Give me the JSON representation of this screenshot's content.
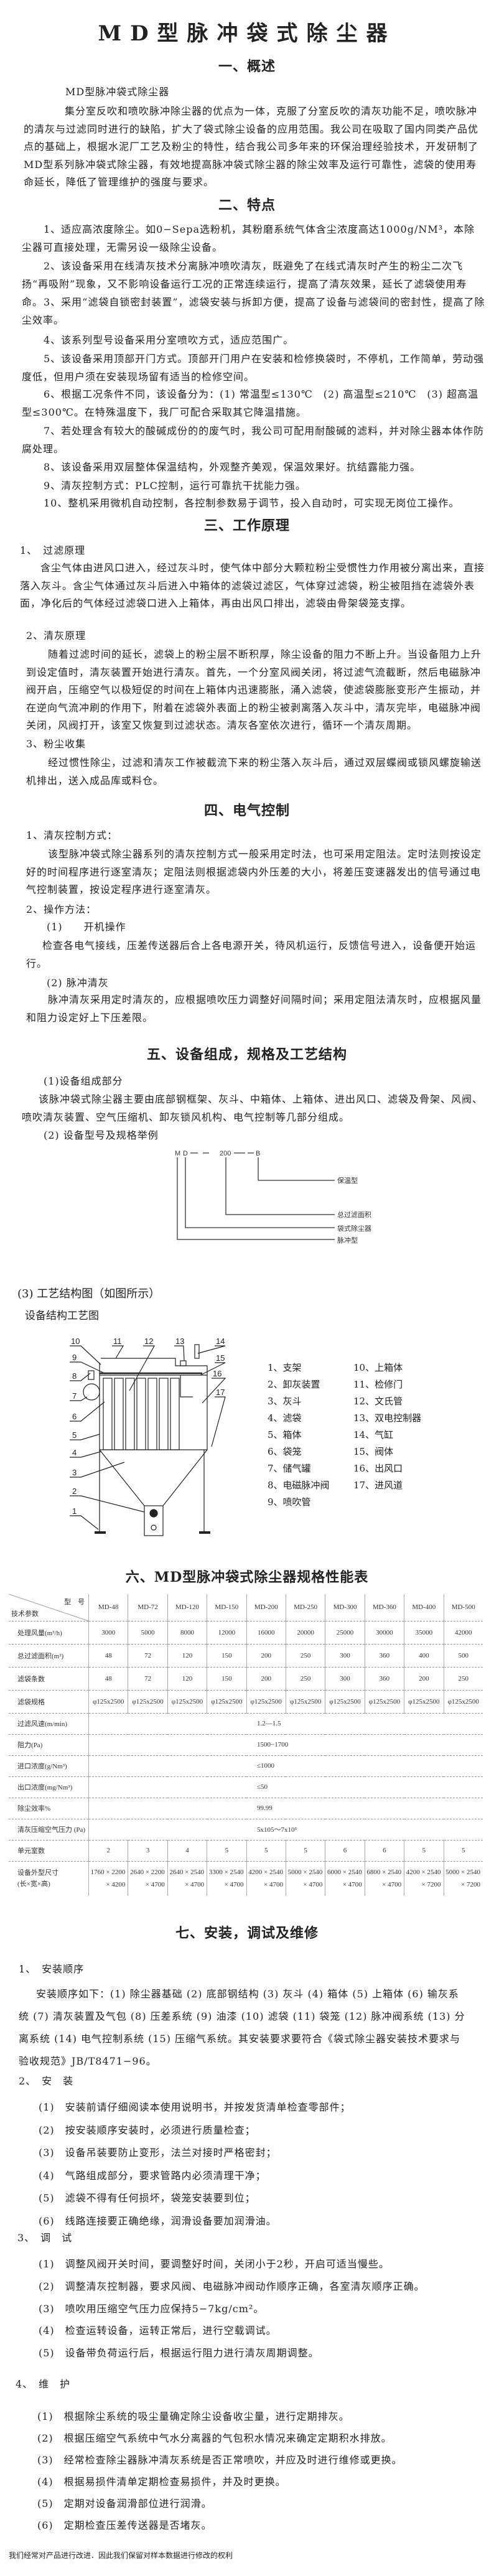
{
  "title": "MD型脉冲袋式除尘器",
  "s1": {
    "heading": "一、概述",
    "subtitle": "MD型脉冲袋式除尘器",
    "para": "集分室反吹和喷吹脉冲除尘器的优点为一体，克服了分室反吹的清灰功能不足，喷吹脉冲的清灰与过滤同时进行的缺陷，扩大了袋式除尘设备的应用范围。我公司在吸取了国内同类产品优点的基础上，根据水泥厂工艺及粉尘的特性，结合我公司多年来的环保治理经验技术，开发研制了MD型系列脉冲袋式除尘器，有效地提高脉冲袋式除尘器的除尘效率及运行可靠性，滤袋的使用寿命延长，降低了管理维护的强度与要求。"
  },
  "s2": {
    "heading": "二、特点",
    "items": [
      "1、适应高浓度除尘。如0−Sepa选粉机，其粉磨系统气体含尘浓度高达1000g/NM³，本除尘器可直接处理，无需另设一级除尘设备。",
      "2、该设备采用在线清灰技术分离脉冲喷吹清灰，既避免了在线式清灰时产生的粉尘二次飞扬“再吸附”现象，又不影响设备运行工况的正常连续运行，提高了清灰效果，延长了滤袋使用寿命。",
      "3、采用“滤袋自锁密封装置”，滤袋安装与拆卸方便，提高了设备与滤袋间的密封性，提高了除尘效率。",
      "4、该系列型号设备采用分室喷吹方式，适应范围广。",
      "5、该设备采用顶部开门方式。顶部开门用户在安装和检修换袋时，不停机，工作简单，劳动强度低，但用户须在安装现场留有适当的检修空间。",
      "6、根据工况条件不同，该设备分为：(1) 常温型≤130℃　(2) 高温型≤210℃　(3) 超高温型≤300℃。在特殊温度下，我厂可配合采取其它降温措施。",
      "7、若处理含有较大的酸碱成份的的废气时，我公司可配用耐酸碱的滤料，并对除尘器本体作防腐处理。",
      "8、该设备采用双层整体保温结构，外观整齐美观，保温效果好。抗结露能力强。",
      "9、清灰控制方式：PLC控制，运行可靠抗干扰能力强。",
      "10、整机采用微机自动控制，各控制参数易于调节，投入自动时，可实现无岗位工操作。"
    ]
  },
  "s3": {
    "heading": "三、工作原理",
    "sub1": "1、　过滤原理",
    "p1": "含尘气体由进风口进入，经过灰斗时，使气体中部分大颗粒粉尘受惯性力作用被分离出来，直接落入灰斗。含尘气体通过灰斗后进入中箱体的滤袋过滤区，气体穿过滤袋，粉尘被阻挡在滤袋外表面，净化后的气体经过滤袋口进入上箱体，再由出风口排出，滤袋由骨架袋笼支撑。",
    "sub2": "2、清灰原理",
    "p2": "随着过滤时间的延长，滤袋上的粉尘层不断积厚，除尘设备的阻力不断上升。当设备阻力上升到设定值时，清灰装置开始进行清灰。首先，一个分室风阀关闭，将过滤气流截断，然后电磁脉冲阀开启，压缩空气以极短促的时间在上箱体内迅速膨胀，涌入滤袋，使滤袋膨胀变形产生振动，并在逆向气流冲刷的作用下，附着在滤袋外表面上的粉尘被剥离落入灰斗中，清灰完毕，电磁脉冲阀关闭，风阀打开，该室又恢复到过滤状态。清灰各室依次进行，循环一个清灰周期。",
    "sub3": "3、粉尘收集",
    "p3": "经过惯性除尘，过滤和清灰工作被截流下来的粉尘落入灰斗后，通过双层蝶阀或锁风螺旋输送机排出，送入成品库或料仓。"
  },
  "s4": {
    "heading": "四、电气控制",
    "sub1": "1、清灰控制方式：",
    "p1": "该型脉冲袋式除尘器系列的清灰控制方式一般采用定时法，也可采用定阻法。定时法则按设定好的时间程序进行逐室清灰；定阻法则根据滤袋内外压差的大小，将差压变速器发出的信号通过电气控制装置，按设定程序进行逐室清灰。",
    "sub2": "2、操作方法：",
    "op1": "(1)　　开机操作",
    "op1p": "检查各电气接线，压差传送器后合上各电源开关，待风机运行，反馈信号进入，设备便开始运行。",
    "op2": "(2) 脉冲清灰",
    "op2p": "脉冲清灰采用定时清灰的，应根据喷吹压力调整好间隔时间；采用定阻法清灰时，应根据风量和阻力设定好上下压差限。"
  },
  "s5": {
    "heading": "五、设备组成，规格及工艺结构",
    "sub1": "(1)设备组成部分",
    "p1": "该脉冲袋式除尘器主要由底部钢框架、灰斗、中箱体、上箱体、进出风口、滤袋及骨架、风阀、喷吹清灰装置、空气压缩机、卸灰锁风机构、电气控制等几部分组成。",
    "sub2": "(2) 设备型号及规格举例",
    "code": {
      "m": "M",
      "d": "D",
      "num": "200",
      "b": "B",
      "label_b": "保温型",
      "label_num": "总过滤面积",
      "label_d": "袋式除尘器",
      "label_m": "脉冲型"
    },
    "sub3": "(3) 工艺结构图（如图所示）",
    "fig_title": "设备结构工艺图",
    "callouts": [
      "1",
      "2",
      "3",
      "4",
      "5",
      "6",
      "7",
      "8",
      "9",
      "10",
      "11",
      "12",
      "13",
      "14",
      "15",
      "16",
      "17"
    ],
    "legend": [
      "1、支架",
      "2、卸灰装置",
      "3、灰斗",
      "4、滤袋",
      "5、箱体",
      "6、袋笼",
      "7、储气罐",
      "8、电磁脉冲阀",
      "9、喷吹管",
      "10、上箱体",
      "11、检修门",
      "12、文氏管",
      "13、双电控制器",
      "14、气缸",
      "15、阀体",
      "16、出风口",
      "17、进风道"
    ]
  },
  "s6": {
    "heading": "六、MD型脉冲袋式除尘器规格性能表",
    "corner_model": "型　号",
    "corner_param": "技术参数",
    "models": [
      "MD-48",
      "MD-72",
      "MD-120",
      "MD-150",
      "MD-200",
      "MD-250",
      "MD-300",
      "MD-360",
      "MD-400",
      "MD-500"
    ],
    "rows": [
      {
        "label": "处理风量(m³/h)",
        "values": [
          "3000",
          "5000",
          "8000",
          "12000",
          "16000",
          "20000",
          "25000",
          "30000",
          "35000",
          "42000"
        ]
      },
      {
        "label": "总过滤面积(m²)",
        "values": [
          "48",
          "72",
          "120",
          "150",
          "200",
          "250",
          "300",
          "360",
          "400",
          "500"
        ]
      },
      {
        "label": "滤袋条数",
        "values": [
          "48",
          "72",
          "120",
          "150",
          "200",
          "250",
          "300",
          "360",
          "200",
          "250"
        ]
      },
      {
        "label": "滤袋规格",
        "values": [
          "φ125x2500",
          "φ125x2500",
          "φ125x2500",
          "φ125x2500",
          "φ125x2500",
          "φ125x2500",
          "φ125x2500",
          "φ125x2500",
          "φ125x2500",
          "φ125x2500"
        ]
      },
      {
        "label": "过滤风速(m/min)",
        "span": "1.2—1.5"
      },
      {
        "label": "阻力(Pa)",
        "span": "1500−1700"
      },
      {
        "label": "进口浓度(g/Nm³)",
        "span": "≤1000"
      },
      {
        "label": "出口浓度(mg/Nm³)",
        "span": "≤50"
      },
      {
        "label": "除尘效率%",
        "span": "99.99"
      },
      {
        "label": "清灰压缩空气压力 (Pa)",
        "span": "5x105～7x10⁵"
      },
      {
        "label": "单元室数",
        "values": [
          "2",
          "3",
          "4",
          "5",
          "5",
          "5",
          "6",
          "6",
          "5",
          "5"
        ]
      }
    ],
    "dims_label1": "设备外型尺寸",
    "dims_label2": "(长×宽×高)",
    "dims": [
      [
        "1760 × 2200",
        "× 4200"
      ],
      [
        "2640 × 2200",
        "× 4700"
      ],
      [
        "2640 × 2540",
        "× 4700"
      ],
      [
        "3300 × 2540",
        "× 4700"
      ],
      [
        "4200 × 2540",
        "× 4700"
      ],
      [
        "5000 × 2540",
        "× 4700"
      ],
      [
        "6000 × 2540",
        "× 4700"
      ],
      [
        "6800 × 2540",
        "× 4700"
      ],
      [
        "4200 × 2540",
        "× 7200"
      ],
      [
        "5000 × 2540",
        "× 7200"
      ]
    ]
  },
  "s7": {
    "heading": "七、安装，调试及维修",
    "t1": "1、　安装顺序",
    "p1": "安装顺序如下：(1) 除尘器基础 (2) 底部钢结构 (3) 灰斗 (4) 箱体 (5) 上箱体 (6) 输灰系统 (7) 清灰装置及气包 (8) 压差系统 (9) 油漆 (10) 滤袋 (11) 袋笼 (12) 脉冲阀系统 (13) 分离系统 (14) 电气控制系统 (15) 压缩气系统。其安装要求要符合《袋式除尘器安装技术要求与验收规范》JB/T8471−96。",
    "t2": "2、　安　装",
    "install": [
      "(1)　安装前请仔细阅读本使用说明书，并按发货清单检查零部件；",
      "(2)　按安装顺序安装时，必须进行质量检查；",
      "(3)　设备吊装要防止变形，法兰对接时严格密封；",
      "(4)　气路组成部分，要求管路内必须清理干净；",
      "(5)　滤袋不得有任何损坏，袋笼安装要到位；",
      "(6)　线路连接要正确绝缘，润滑设备要加润滑油。"
    ],
    "t3": "3、　调　试",
    "debug": [
      "(1)　调整风阀开关时间，要调整好时间，关闭小于2秒，开启可适当慢些。",
      "(2)　调整清灰控制器，要求风阀、电磁脉冲阀动作顺序正确，各室清灰顺序正确。",
      "(3)　喷吹用压缩空气压力应保持5−7kg/cm²。",
      "(4)　检查运转设备，运转正常后，进行空载调试。",
      "(5)　设备带负荷运行后，根据运行阻力进行清灰周期调整。"
    ],
    "t4": "4、　维　护",
    "maintain": [
      "(1)　根据除尘系统的吸尘量确定除尘设备收尘量，进行定期排灰。",
      "(2)　根据压缩空气系统中气水分离器的气包积水情况来确定定期积水排放。",
      "(3)　经常检查除尘器脉冲清灰系统是否正常喷吹，并应及时进行维修或更换。",
      "(4)　根据易损件清单定期检查易损件，并及时更换。",
      "(5)　定期对设备润滑部位进行润滑。",
      "(6)　定期检查压差传送器是否堵灰。"
    ]
  },
  "footer": "我们经常对产品进行改进．因此我们保留对样本数据进行修改的权利"
}
